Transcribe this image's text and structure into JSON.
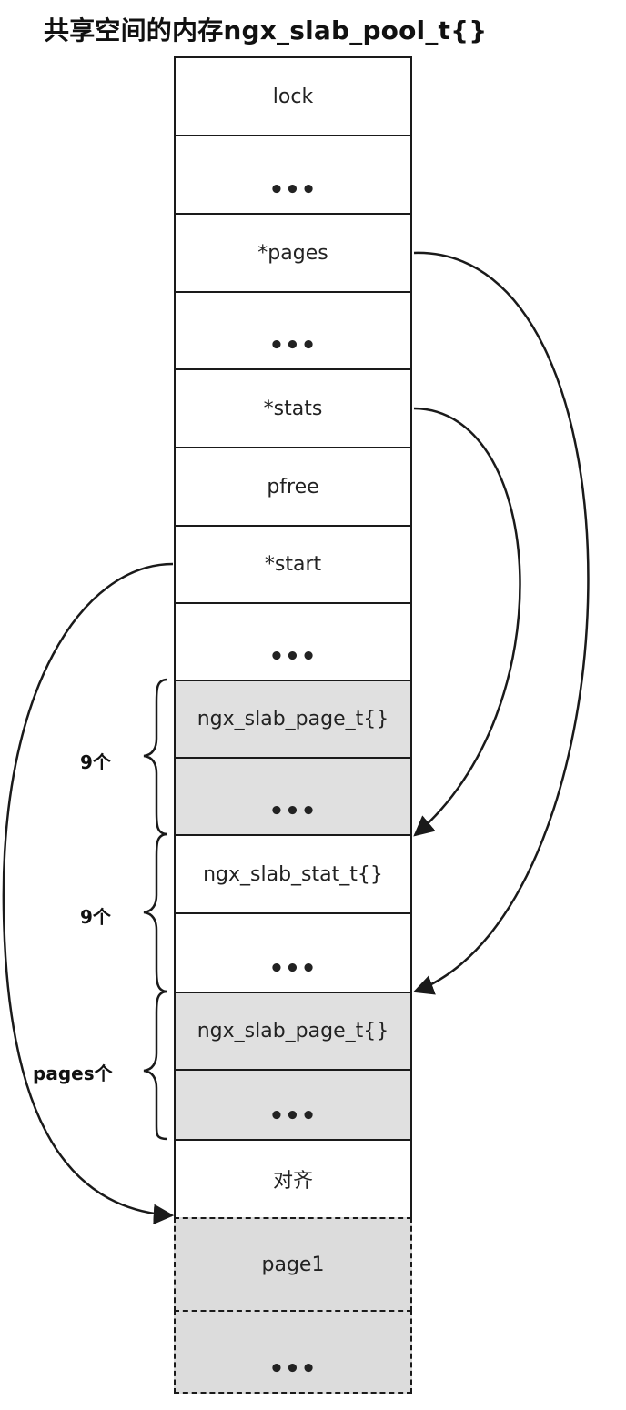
{
  "title": "共享空间的内存ngx_slab_pool_t{}",
  "cells": [
    {
      "label": "lock",
      "shaded": false,
      "dashed": false
    },
    {
      "label": "•••",
      "shaded": false,
      "dashed": false
    },
    {
      "label": "*pages",
      "shaded": false,
      "dashed": false
    },
    {
      "label": "•••",
      "shaded": false,
      "dashed": false
    },
    {
      "label": "*stats",
      "shaded": false,
      "dashed": false
    },
    {
      "label": "pfree",
      "shaded": false,
      "dashed": false
    },
    {
      "label": "*start",
      "shaded": false,
      "dashed": false
    },
    {
      "label": "•••",
      "shaded": false,
      "dashed": false
    },
    {
      "label": "ngx_slab_page_t{}",
      "shaded": true,
      "dashed": false
    },
    {
      "label": "•••",
      "shaded": true,
      "dashed": false
    },
    {
      "label": "ngx_slab_stat_t{}",
      "shaded": false,
      "dashed": false
    },
    {
      "label": "•••",
      "shaded": false,
      "dashed": false
    },
    {
      "label": "ngx_slab_page_t{}",
      "shaded": true,
      "dashed": false
    },
    {
      "label": "•••",
      "shaded": true,
      "dashed": false
    },
    {
      "label": "对齐",
      "shaded": false,
      "dashed": false
    },
    {
      "label": "page1",
      "shaded": true,
      "dashed": true
    },
    {
      "label": "•••",
      "shaded": true,
      "dashed": true
    }
  ],
  "braces": [
    {
      "label": "9个"
    },
    {
      "label": "9个"
    },
    {
      "label": "pages个"
    }
  ],
  "colors": {
    "line": "#1a1a1a",
    "shade": "#e0e0e0"
  }
}
